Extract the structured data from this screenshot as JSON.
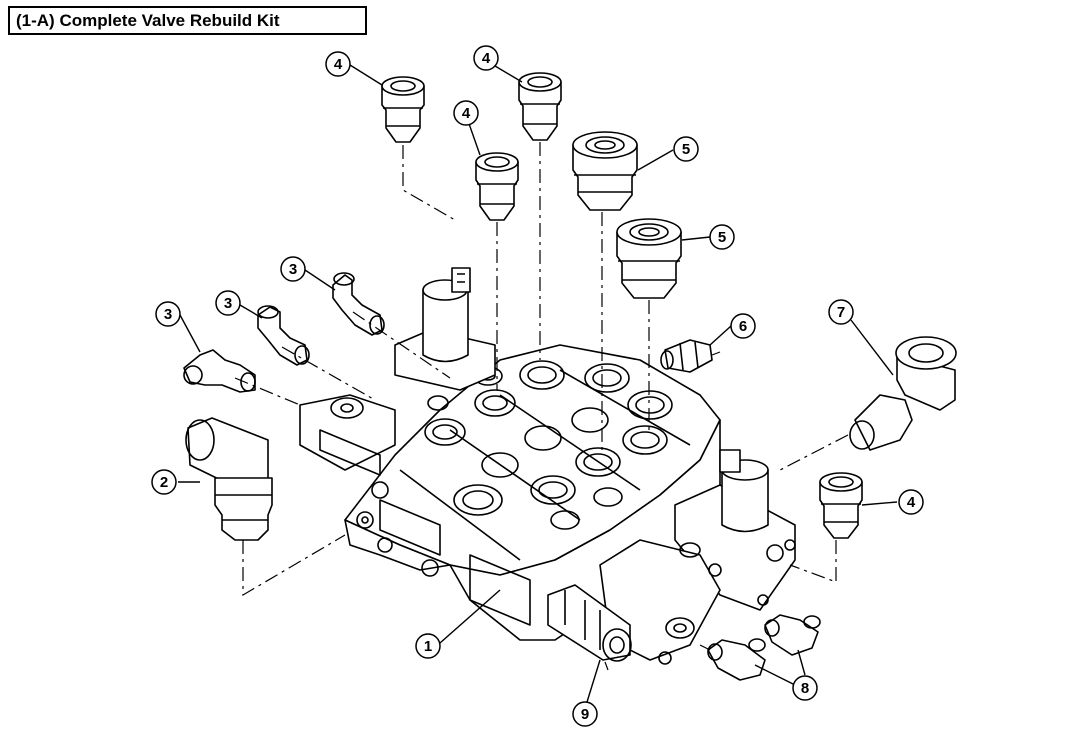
{
  "title": "(1-A) Complete Valve Rebuild Kit",
  "callouts": [
    {
      "label": "4"
    },
    {
      "label": "4"
    },
    {
      "label": "4"
    },
    {
      "label": "5"
    },
    {
      "label": "5"
    },
    {
      "label": "3"
    },
    {
      "label": "3"
    },
    {
      "label": "3"
    },
    {
      "label": "6"
    },
    {
      "label": "7"
    },
    {
      "label": "2"
    },
    {
      "label": "4"
    },
    {
      "label": "1"
    },
    {
      "label": "9"
    },
    {
      "label": "8"
    }
  ],
  "colors": {
    "ink": "#000000",
    "paper": "#ffffff"
  }
}
